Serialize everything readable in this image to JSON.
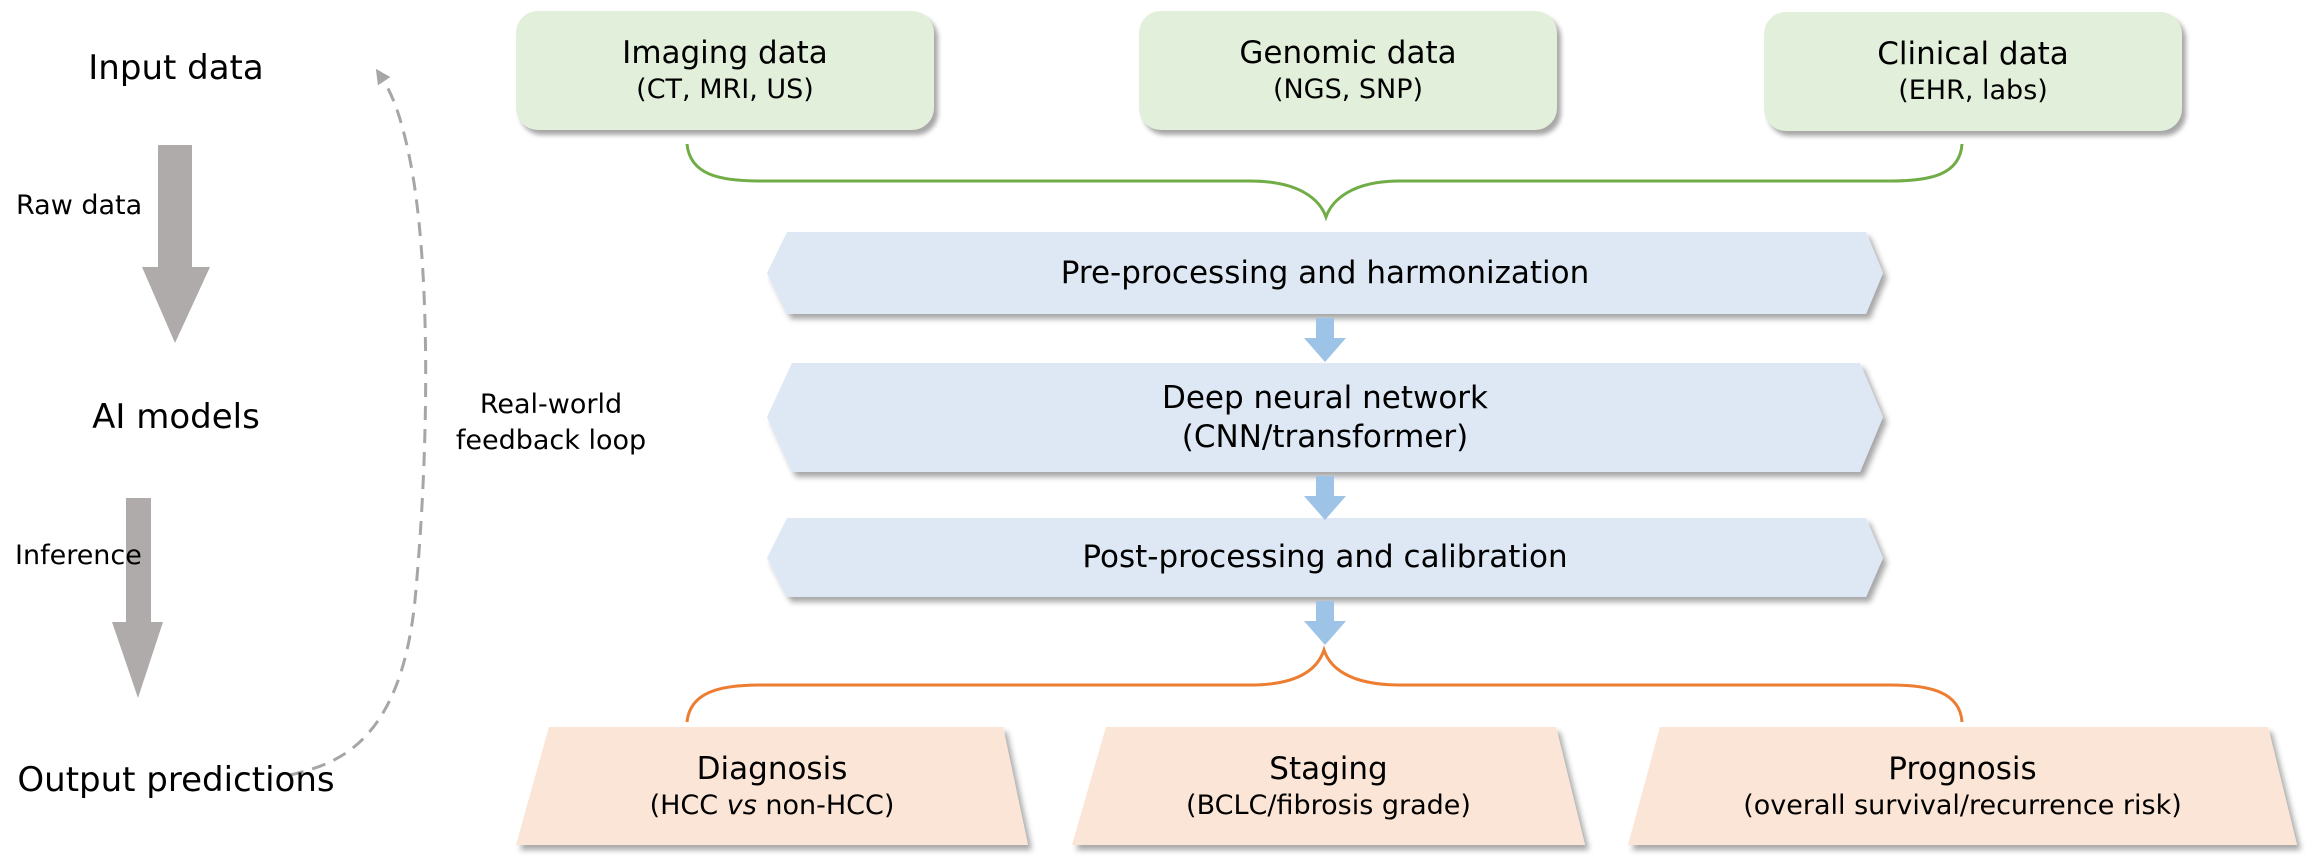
{
  "left_column": {
    "stages": [
      "Input data",
      "AI models",
      "Output predictions"
    ],
    "transitions": [
      "Raw data",
      "Inference"
    ],
    "feedback_loop": [
      "Real-world",
      "feedback loop"
    ]
  },
  "inputs": [
    {
      "title": "Imaging data",
      "subtitle": "(CT, MRI, US)"
    },
    {
      "title": "Genomic data",
      "subtitle": "(NGS, SNP)"
    },
    {
      "title": "Clinical data",
      "subtitle": "(EHR, labs)"
    }
  ],
  "pipeline": [
    {
      "title": "Pre-processing and harmonization",
      "subtitle": ""
    },
    {
      "title": "Deep neural network",
      "subtitle": "(CNN/transformer)"
    },
    {
      "title": "Post-processing and calibration",
      "subtitle": ""
    }
  ],
  "outputs": [
    {
      "title": "Diagnosis",
      "sub_before": "(HCC ",
      "sub_italic": "vs",
      "sub_after": " non-HCC)"
    },
    {
      "title": "Staging",
      "subtitle": "(BCLC/fibrosis grade)"
    },
    {
      "title": "Prognosis",
      "subtitle": "(overall survival/recurrence risk)"
    }
  ],
  "colors": {
    "input_fill": "#e2efda",
    "input_brace": "#70ad47",
    "pipeline_fill": "#dde8f4",
    "pipeline_arrow": "#9dc3e6",
    "output_fill": "#fbe5d6",
    "output_brace": "#ed7d31",
    "stage_arrow": "#afabab",
    "feedback_line": "#a6a6a6"
  }
}
